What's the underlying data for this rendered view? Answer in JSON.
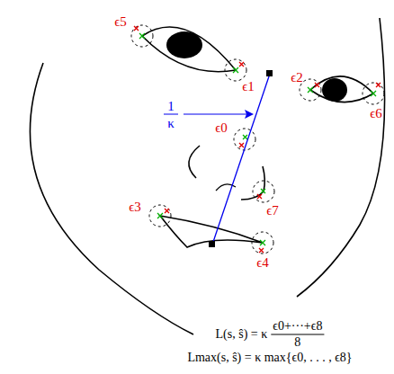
{
  "diagram": {
    "labels": [
      "ϵ5",
      "ϵ1",
      "ϵ2",
      "ϵ6",
      "1",
      "κ",
      "ϵ0",
      "ϵ7",
      "ϵ3",
      "ϵ4",
      "L(s, ŝ) = κ",
      "ϵ0+···+ϵ8",
      "8",
      "Lmax(s, ŝ) = κ max{ϵ0, . . . , ϵ8}"
    ]
  }
}
